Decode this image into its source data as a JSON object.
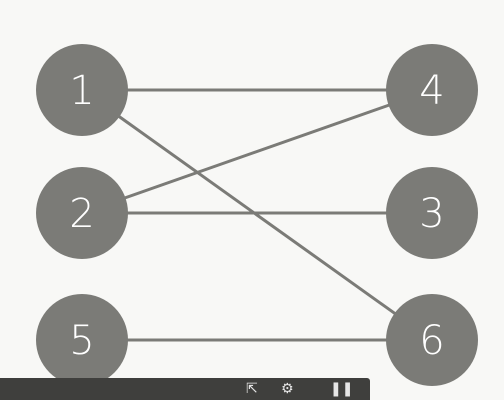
{
  "graph": {
    "nodes": [
      {
        "id": "1",
        "label": "1",
        "column": "left",
        "row": 1
      },
      {
        "id": "2",
        "label": "2",
        "column": "left",
        "row": 2
      },
      {
        "id": "5",
        "label": "5",
        "column": "left",
        "row": 3
      },
      {
        "id": "4",
        "label": "4",
        "column": "right",
        "row": 1
      },
      {
        "id": "3",
        "label": "3",
        "column": "right",
        "row": 2
      },
      {
        "id": "6",
        "label": "6",
        "column": "right",
        "row": 3
      }
    ],
    "edges": [
      {
        "from": "1",
        "to": "4"
      },
      {
        "from": "1",
        "to": "6"
      },
      {
        "from": "2",
        "to": "4"
      },
      {
        "from": "2",
        "to": "3"
      },
      {
        "from": "5",
        "to": "6"
      }
    ]
  },
  "colors": {
    "node": "#7b7b77",
    "edge": "#7b7b77",
    "label": "#ffffff",
    "background": "#f8f8f6",
    "player_bar": "#3f3f3d"
  },
  "player_bar": {
    "icons": [
      "cursor-icon",
      "settings-icon",
      "pause-icon"
    ]
  }
}
